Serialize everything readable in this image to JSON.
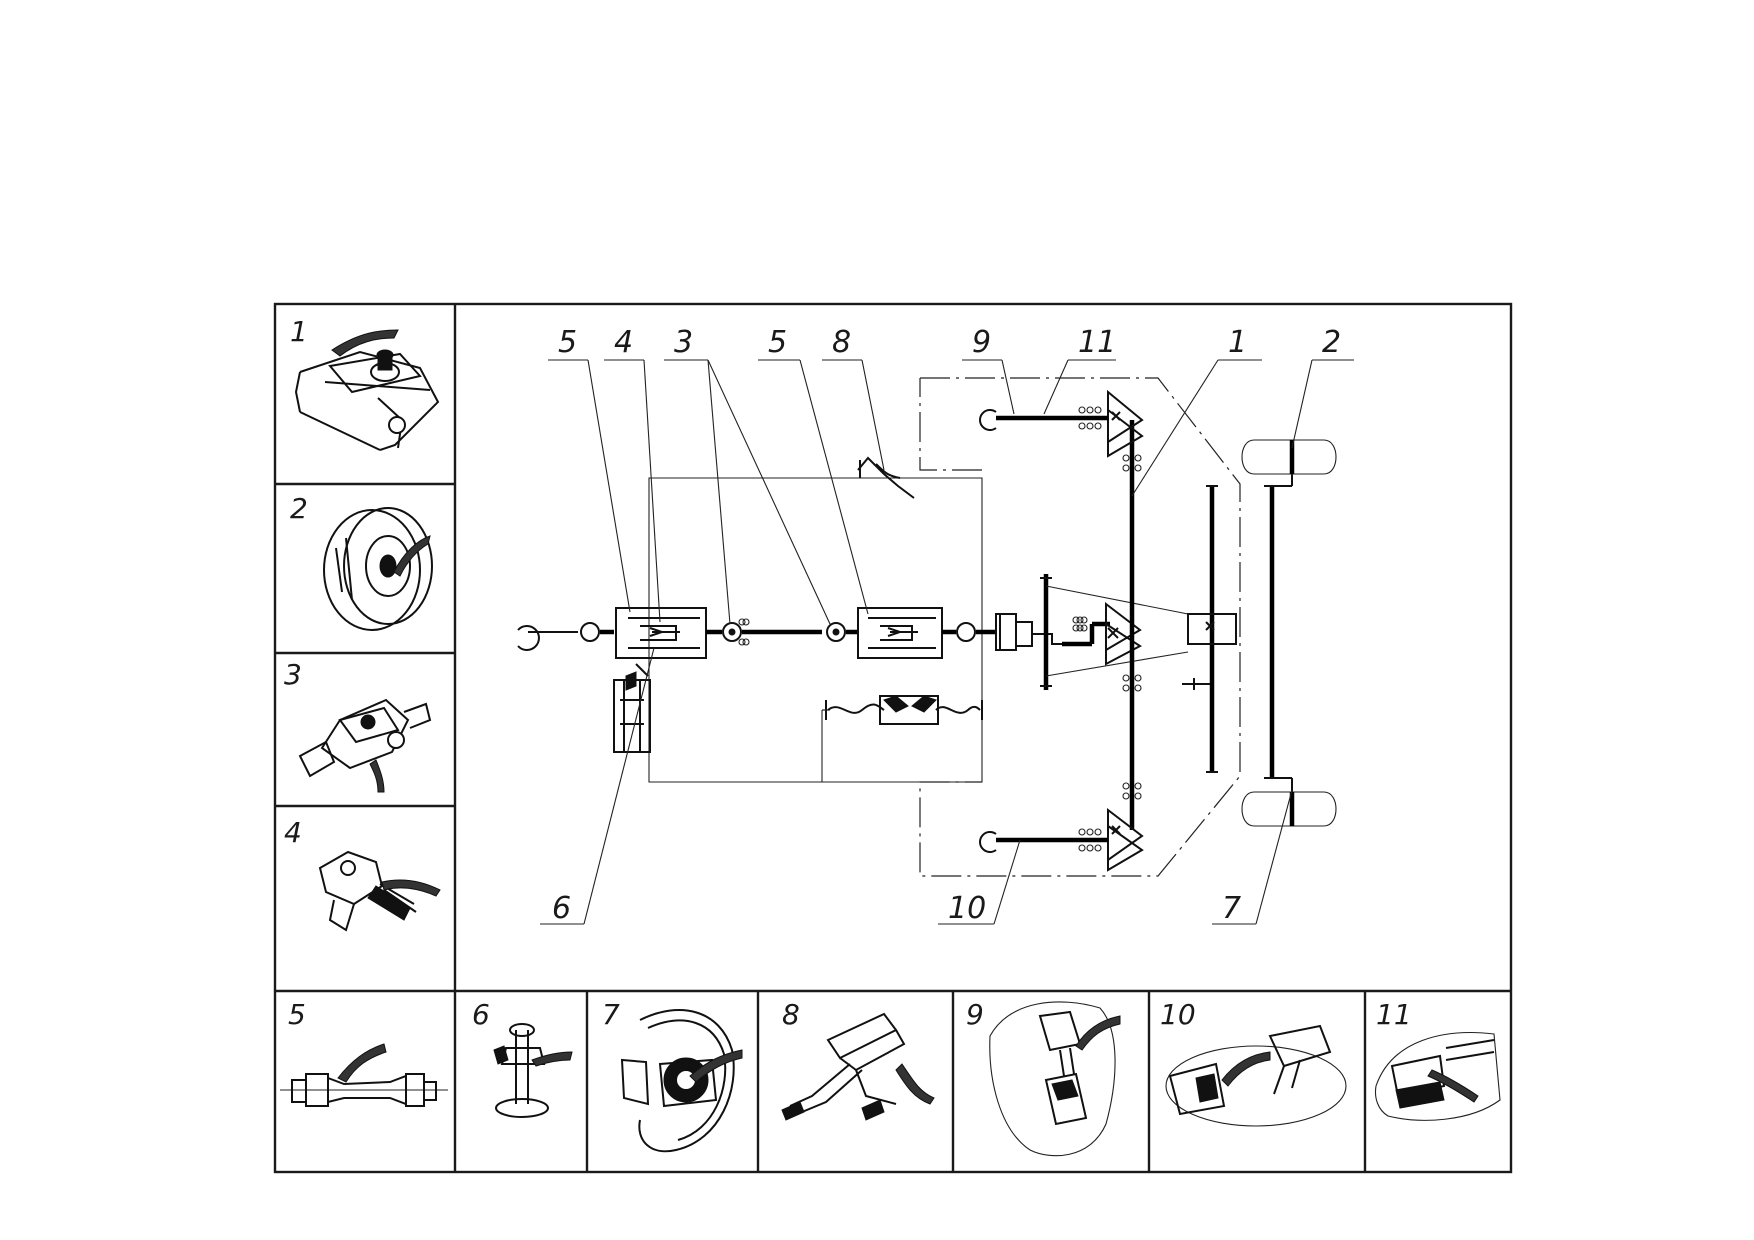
{
  "panels": [
    {
      "number": "1",
      "depicts": "gearbox-lubrication-point"
    },
    {
      "number": "2",
      "depicts": "wheel-hub"
    },
    {
      "number": "3",
      "depicts": "universal-joint"
    },
    {
      "number": "4",
      "depicts": "pto-shaft-yoke"
    },
    {
      "number": "5",
      "depicts": "telescopic-shaft"
    },
    {
      "number": "6",
      "depicts": "support-jack"
    },
    {
      "number": "7",
      "depicts": "wheel-bearing"
    },
    {
      "number": "8",
      "depicts": "hinge-lever"
    },
    {
      "number": "9",
      "depicts": "rotor-gearbox"
    },
    {
      "number": "10",
      "depicts": "cutting-disc"
    },
    {
      "number": "11",
      "depicts": "blade-holder"
    }
  ],
  "callouts": [
    {
      "number": "5",
      "id": "c5a"
    },
    {
      "number": "4",
      "id": "c4"
    },
    {
      "number": "3",
      "id": "c3"
    },
    {
      "number": "5",
      "id": "c5b"
    },
    {
      "number": "8",
      "id": "c8"
    },
    {
      "number": "9",
      "id": "c9"
    },
    {
      "number": "11",
      "id": "c11"
    },
    {
      "number": "1",
      "id": "c1"
    },
    {
      "number": "2",
      "id": "c2"
    },
    {
      "number": "6",
      "id": "c6"
    },
    {
      "number": "10",
      "id": "c10"
    },
    {
      "number": "7",
      "id": "c7"
    }
  ]
}
